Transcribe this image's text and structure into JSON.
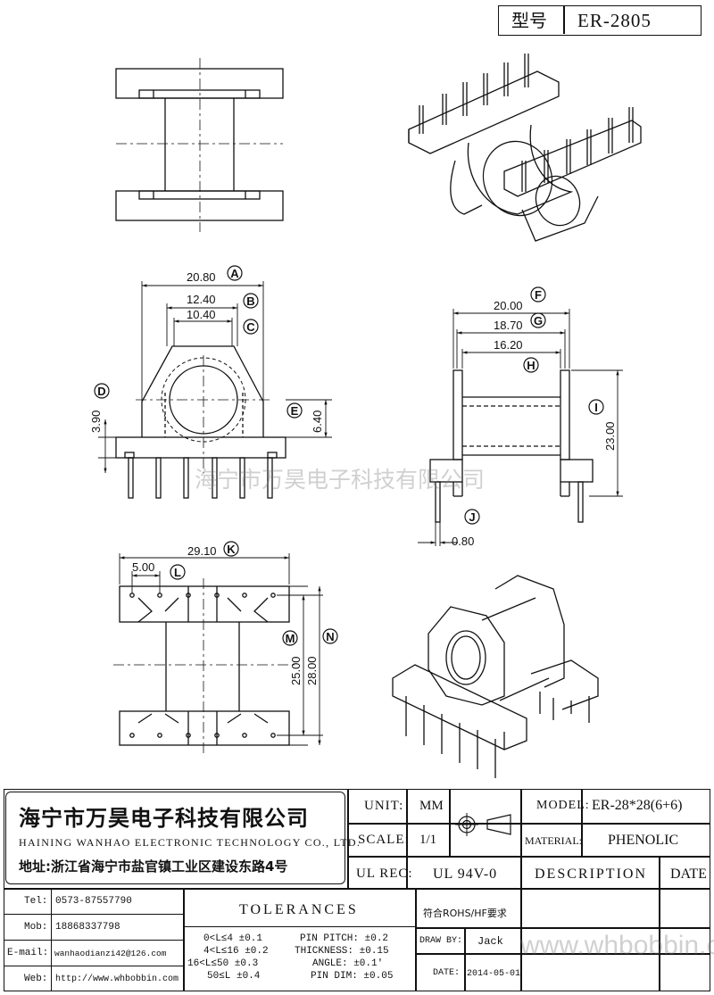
{
  "model_header": {
    "label": "型号",
    "value": "ER-2805"
  },
  "dimensions": {
    "A": {
      "letter": "A",
      "value": "20.80"
    },
    "B": {
      "letter": "B",
      "value": "12.40"
    },
    "C": {
      "letter": "C",
      "value": "10.40"
    },
    "D": {
      "letter": "D",
      "value": "3.90"
    },
    "E": {
      "letter": "E",
      "value": "6.40"
    },
    "F": {
      "letter": "F",
      "value": "20.00"
    },
    "G": {
      "letter": "G",
      "value": "18.70"
    },
    "H": {
      "letter": "H",
      "value": "16.20"
    },
    "I": {
      "letter": "I",
      "value": "23.00"
    },
    "J": {
      "letter": "J",
      "value": "0.80"
    },
    "K": {
      "letter": "K",
      "value": "29.10"
    },
    "L": {
      "letter": "L",
      "value": "5.00"
    },
    "M": {
      "letter": "M",
      "value": "25.00"
    },
    "N": {
      "letter": "N",
      "value": "28.00"
    }
  },
  "watermark_center": "海宁市万昊电子科技有限公司",
  "watermark_url": "www.whbobbin.com",
  "company": {
    "name_cn": "海宁市万昊电子科技有限公司",
    "name_en": "HAINING WANHAO ELECTRONIC TECHNOLOGY CO., LTD.",
    "address": "地址:浙江省海宁市盐官镇工业区建设东路4号"
  },
  "title_block": {
    "unit_label": "UNIT:",
    "unit_value": "MM",
    "scale_label": "SCALE:",
    "scale_value": "1/1",
    "ulrec_label": "UL REC:",
    "ulrec_value": "UL 94V-0",
    "model_label": "MODEL:",
    "model_value": "ER-28*28(6+6)",
    "material_label": "MATERIAL:",
    "material_value": "PHENOLIC",
    "description_label": "DESCRIPTION",
    "date_label": "DATE"
  },
  "contact": {
    "tel_label": "Tel:",
    "tel": "0573-87557790",
    "mob_label": "Mob:",
    "mob": "18868337798",
    "email_label": "E-mail:",
    "email": "wanhaodianzi42@126.com",
    "web_label": "Web:",
    "web": "http://www.whbobbin.com"
  },
  "tolerances": {
    "title": "TOLERANCES",
    "rows": [
      "0<L≤4 ±0.1",
      "4<L≤16 ±0.2",
      "16<L≤50 ±0.3",
      "50≤L ±0.4"
    ],
    "right_rows": [
      "PIN PITCH: ±0.2",
      "THICKNESS: ±0.15",
      "ANGLE: ±0.1'",
      "PIN DIM: ±0.05"
    ]
  },
  "rohs": "符合ROHS/HF要求",
  "draw_by_label": "DRAW BY:",
  "draw_by": "Jack",
  "date_label2": "DATE:",
  "date": "2014-05-01"
}
